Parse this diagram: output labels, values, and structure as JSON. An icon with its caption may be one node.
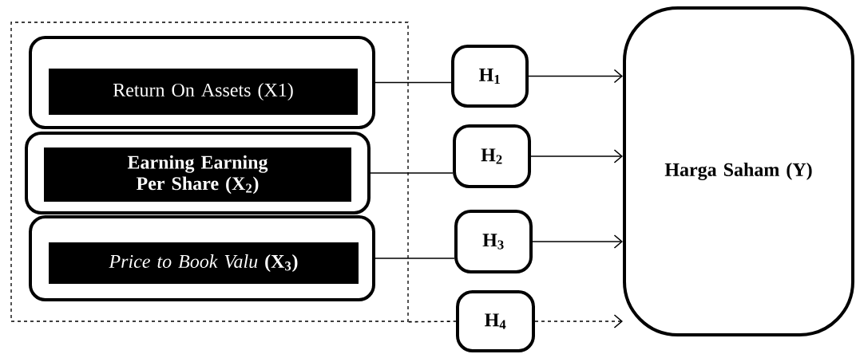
{
  "diagram": {
    "nodes": [
      {
        "text": [],
        "shape": "box"
      },
      {
        "text": [
          "Return On Assets (X1)"
        ],
        "in": 0
      },
      {
        "text": [
          "Earning Earning Per Share (X$_{2}$)"
        ],
        "in": 0
      },
      {
        "text": [
          "*Price to Book Valu* **(X$_{3}$)**"
        ],
        "in": 0
      },
      {
        "text": [
          "H$_{1}$"
        ]
      },
      {
        "text": [
          "H$_{2}$"
        ]
      },
      {
        "text": [
          "H$_{3}$"
        ]
      },
      {
        "text": [
          "H$_{4}$"
        ]
      },
      {
        "text": [
          "Harga Saham (Y)"
        ]
      }
    ],
    "edges": [
      {
        "from": 1,
        "to": 4,
        "arrow": "none"
      },
      {
        "from": 4,
        "to": 8,
        "arrow": "to"
      },
      {
        "from": 2,
        "to": 5,
        "arrow": "none"
      },
      {
        "from": 5,
        "to": 8,
        "arrow": "to"
      },
      {
        "from": 3,
        "to": 6,
        "arrow": "none"
      },
      {
        "from": 6,
        "to": 8,
        "arrow": "to"
      },
      {
        "from": 0,
        "to": 7,
        "arrow": "none",
        "style": "dashed"
      },
      {
        "from": 7,
        "to": 8,
        "arrow": "to",
        "style": "dashed"
      }
    ]
  }
}
